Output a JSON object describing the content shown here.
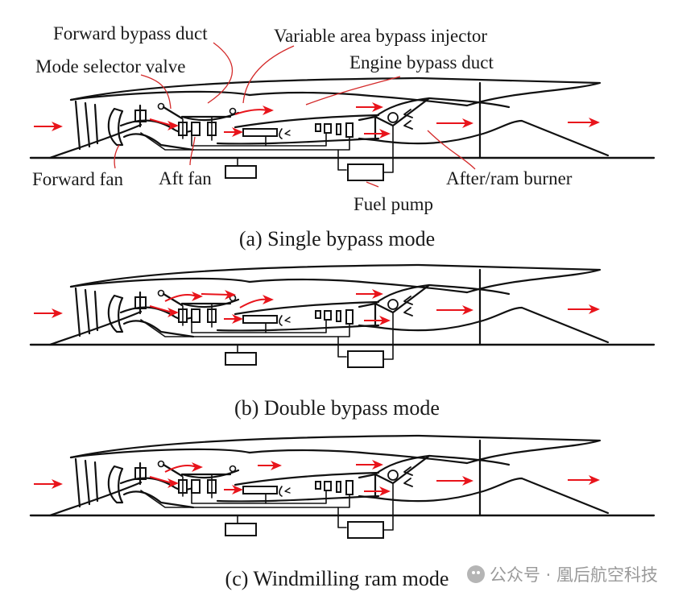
{
  "labels": {
    "forward_bypass_duct": "Forward bypass duct",
    "variable_area_bypass_injector": "Variable area bypass injector",
    "mode_selector_valve": "Mode selector valve",
    "engine_bypass_duct": "Engine bypass duct",
    "forward_fan": "Forward fan",
    "aft_fan": "Aft fan",
    "after_ram_burner": "After/ram burner",
    "fuel_pump": "Fuel pump"
  },
  "panels": [
    {
      "id": "a",
      "caption": "(a) Single bypass mode",
      "mode": "single"
    },
    {
      "id": "b",
      "caption": "(b) Double bypass mode",
      "mode": "double"
    },
    {
      "id": "c",
      "caption": "(c) Windmilling ram mode",
      "mode": "windmill"
    }
  ],
  "colors": {
    "line": "#111111",
    "arrow": "#e8141b",
    "leader": "#d42a2a",
    "watermark": "#9a9a9a"
  },
  "watermark": {
    "icon": "wechat-icon",
    "text": "公众号 · 凰后航空科技"
  }
}
